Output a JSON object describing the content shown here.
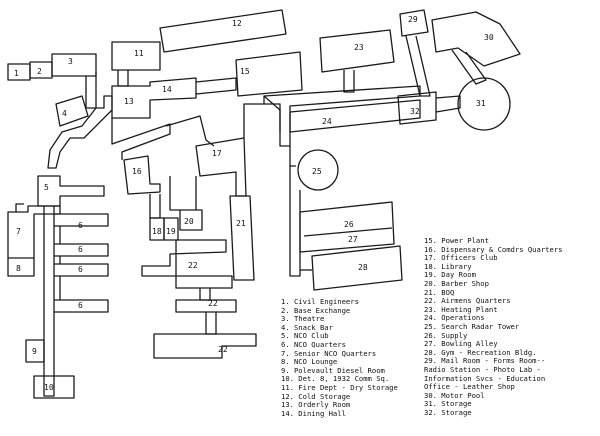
{
  "buildings": [
    {
      "id": "b1",
      "label": "1"
    },
    {
      "id": "b2",
      "label": "2"
    },
    {
      "id": "b3",
      "label": "3"
    },
    {
      "id": "b4",
      "label": "4"
    },
    {
      "id": "b5",
      "label": "5"
    },
    {
      "id": "b6a",
      "label": "6"
    },
    {
      "id": "b6b",
      "label": "6"
    },
    {
      "id": "b6c",
      "label": "6"
    },
    {
      "id": "b6d",
      "label": "6"
    },
    {
      "id": "b7",
      "label": "7"
    },
    {
      "id": "b8",
      "label": "8"
    },
    {
      "id": "b9",
      "label": "9"
    },
    {
      "id": "b10",
      "label": "10"
    },
    {
      "id": "b11",
      "label": "11"
    },
    {
      "id": "b12",
      "label": "12"
    },
    {
      "id": "b13",
      "label": "13"
    },
    {
      "id": "b14",
      "label": "14"
    },
    {
      "id": "b15",
      "label": "15"
    },
    {
      "id": "b16",
      "label": "16"
    },
    {
      "id": "b17",
      "label": "17"
    },
    {
      "id": "b18",
      "label": "18"
    },
    {
      "id": "b19",
      "label": "19"
    },
    {
      "id": "b20",
      "label": "20"
    },
    {
      "id": "b21",
      "label": "21"
    },
    {
      "id": "b22a",
      "label": "22"
    },
    {
      "id": "b22b",
      "label": "22"
    },
    {
      "id": "b22c",
      "label": "22"
    },
    {
      "id": "b23",
      "label": "23"
    },
    {
      "id": "b24",
      "label": "24"
    },
    {
      "id": "b25",
      "label": "25"
    },
    {
      "id": "b26",
      "label": "26"
    },
    {
      "id": "b27",
      "label": "27"
    },
    {
      "id": "b28",
      "label": "28"
    },
    {
      "id": "b29",
      "label": "29"
    },
    {
      "id": "b30",
      "label": "30"
    },
    {
      "id": "b31",
      "label": "31"
    },
    {
      "id": "b32",
      "label": "32"
    }
  ],
  "legend_left": [
    "1. Civil Engineers",
    "2. Base Exchange",
    "3. Theatre",
    "4. Snack Bar",
    "5. NCO Club",
    "6. NCO Quarters",
    "7. Senior NCO Quarters",
    "8. NCO Lounge",
    "9. Polevault Diesel Room",
    "10. Det. 8, 1932 Comm Sq.",
    "11. Fire Dept - Dry Storage",
    "12. Cold Storage",
    "13. Orderly Room",
    "14. Dining Hall"
  ],
  "legend_right": [
    "15. Power Plant",
    "16. Dispensary & Comdrs Quarters",
    "17. Officers Club",
    "18. Library",
    "19. Day Room",
    "20. Barber Shop",
    "21. BOQ",
    "22. Airmens Quarters",
    "23. Heating Plant",
    "24. Operations",
    "25. Search Radar Tower",
    "26. Supply",
    "27. Bowling Alley",
    "28. Gym - Recreation Bldg.",
    "29. Mail Room - Forms Room--",
    "    Radio Station - Photo Lab -",
    "    Information Svcs - Education",
    "    Office - Leather Shop",
    "30. Motor Pool",
    "31. Storage",
    "32. Storage"
  ]
}
